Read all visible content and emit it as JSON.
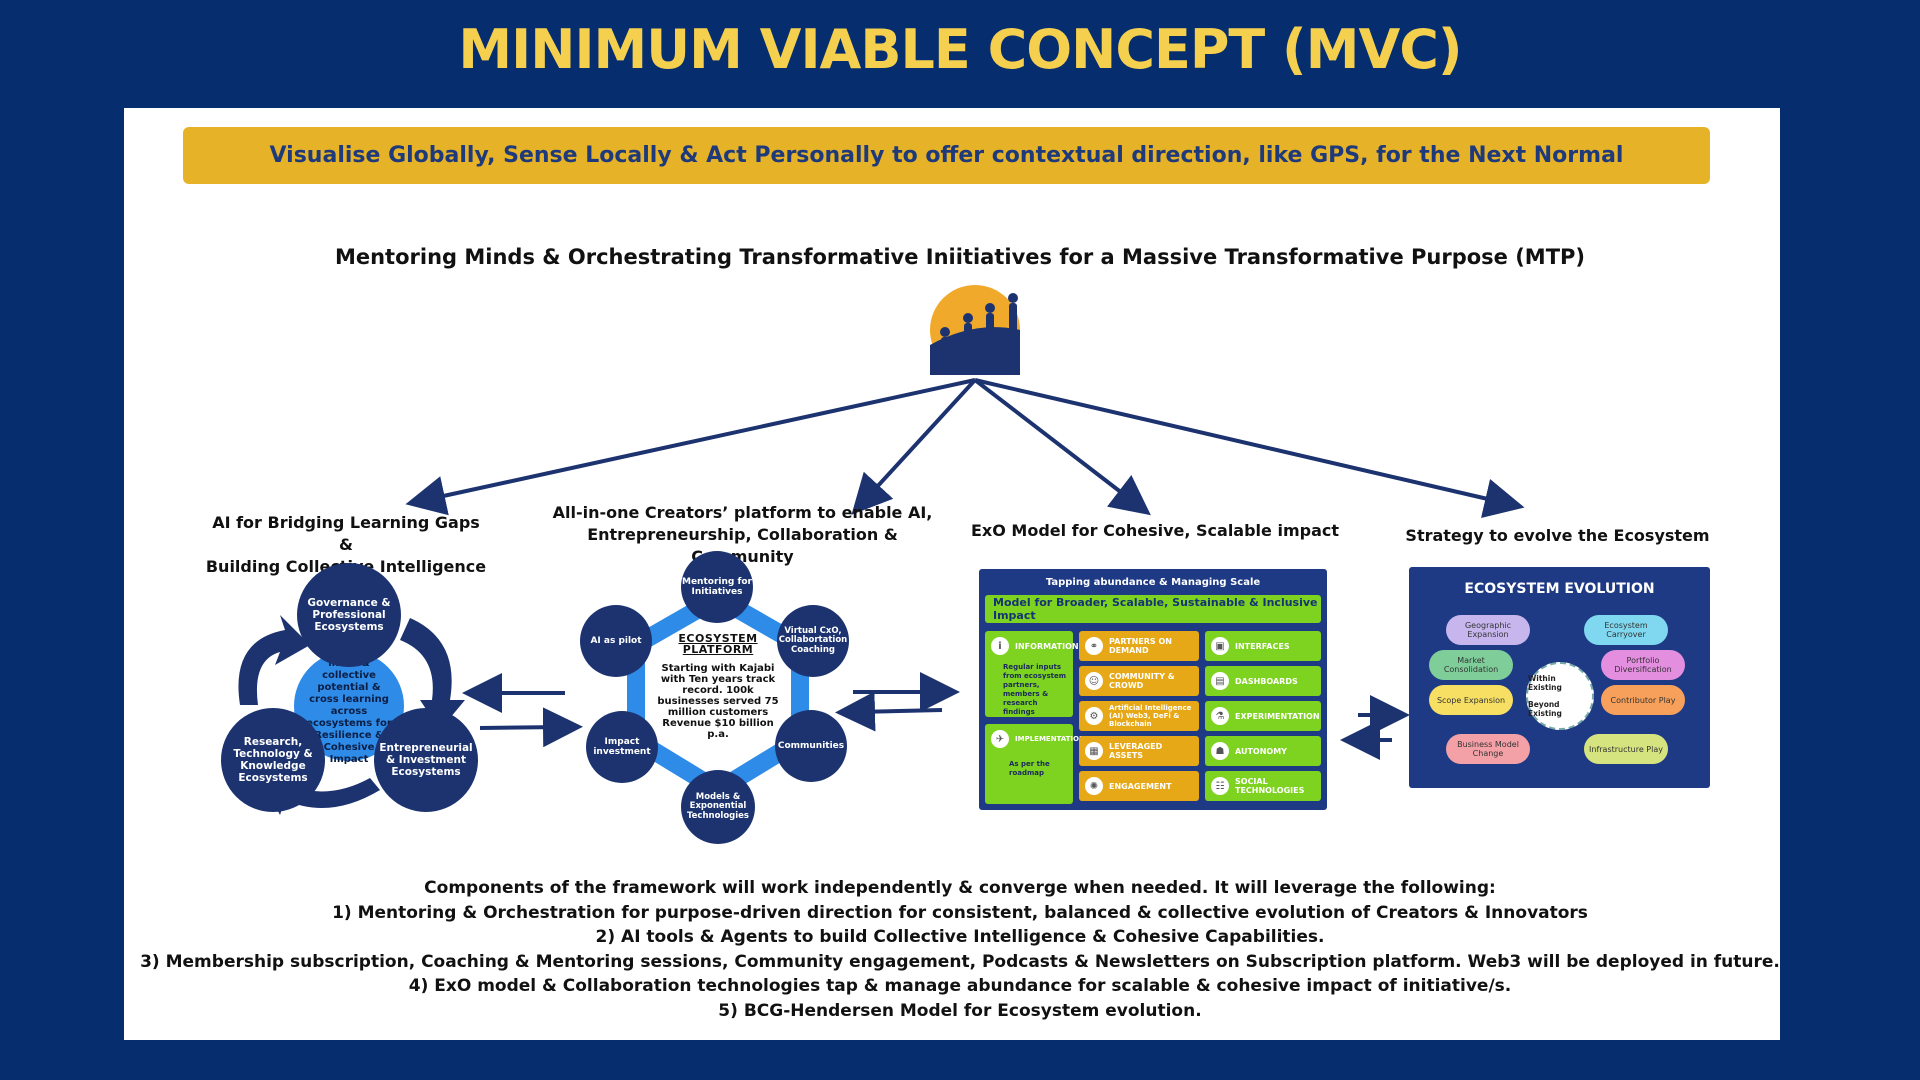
{
  "title": "MINIMUM VIABLE CONCEPT (MVC)",
  "banner": "Visualise Globally, Sense Locally & Act Personally to offer contextual direction, like GPS, for the Next Normal",
  "mtp": "Mentoring Minds & Orchestrating Transformative Iniitiatives for a Massive Transformative Purpose (MTP)",
  "columns": {
    "ai": {
      "line1": "AI for Bridging Learning Gaps &",
      "line2": "Building Collective Intelligence"
    },
    "creators": {
      "line1": "All-in-one Creators’ platform to enable AI,",
      "line2": "Entrepreneurship, Collaboration & Community"
    },
    "exo": {
      "line1": "ExO Model for Cohesive, Scalable impact"
    },
    "strategy": {
      "line1": "Strategy to evolve the Ecosystem"
    }
  },
  "cycle": {
    "governance": "Governance & Professional Ecosystems",
    "research": "Research, Technology & Knowledge Ecosystems",
    "entrepreneurial": "Entrepreneurial & Investment Ecosystems",
    "center": "Tapping into inner & collective potential & cross learning across ecosystems for Resilience & Cohesive Impact"
  },
  "hex": {
    "title": "ECOSYSTEM PLATFORM",
    "body": "Starting with Kajabi with Ten years track record. 100k businesses served 75 million customers Revenue $10 billion p.a.",
    "nodes": {
      "mentoring": "Mentoring for Initiatives",
      "virtual": "Virtual CxO, Collabortation Coaching",
      "communities": "Communities",
      "models": "Models & Exponential Technologies",
      "impact": "Impact investment",
      "aipilot": "AI as pilot"
    }
  },
  "exo": {
    "header": "Tapping abundance & Managing Scale",
    "bar": "Model for Broader, Scalable, Sustainable & Inclusive Impact",
    "information": "INFORMATION",
    "information_sub": "Regular inputs from ecosystem partners, members & research findings",
    "implementation": "IMPLEMENTATION",
    "implementation_sub": "As per the roadmap",
    "partners": "PARTNERS ON DEMAND",
    "community": "COMMUNITY & CROWD",
    "ai": "Artificial Intelligence (AI) Web3, DeFi & Blockchain",
    "leveraged": "LEVERAGED ASSETS",
    "engagement": "ENGAGEMENT",
    "interfaces": "INTERFACES",
    "dashboards": "DASHBOARDS",
    "experimentation": "EXPERIMENTATION",
    "autonomy": "AUTONOMY",
    "social": "SOCIAL TECHNOLOGIES"
  },
  "eco": {
    "title": "ECOSYSTEM EVOLUTION",
    "geographic": "Geographic Expansion",
    "carryover": "Ecosystem Carryover",
    "market": "Market Consolidation",
    "portfolio": "Portfolio Diversification",
    "scope": "Scope Expansion",
    "contributor": "Contributor Play",
    "bmc": "Business Model Change",
    "infra": "Infrastructure Play",
    "within": "Within Existing",
    "beyond": "Beyond Existing"
  },
  "components": {
    "intro": "Components of the framework will work independently & converge when needed. It will leverage the following:",
    "item1": "1) Mentoring & Orchestration for purpose-driven direction for consistent, balanced & collective evolution of Creators & Innovators",
    "item2": "2) AI tools & Agents to build Collective Intelligence & Cohesive Capabilities.",
    "item3": "3) Membership subscription, Coaching & Mentoring sessions, Community engagement, Podcasts & Newsletters on Subscription platform. Web3 will be deployed in future.",
    "item4": "4) ExO model & Collaboration technologies tap & manage abundance for scalable & cohesive impact of initiative/s.",
    "item5": "5) BCG-Hendersen Model for Ecosystem evolution."
  },
  "colors": {
    "background": "#062d6e",
    "title": "#f5d04f",
    "banner": "#e6b227",
    "navy": "#1c3370",
    "green": "#7ed321",
    "orange": "#e6a817"
  }
}
